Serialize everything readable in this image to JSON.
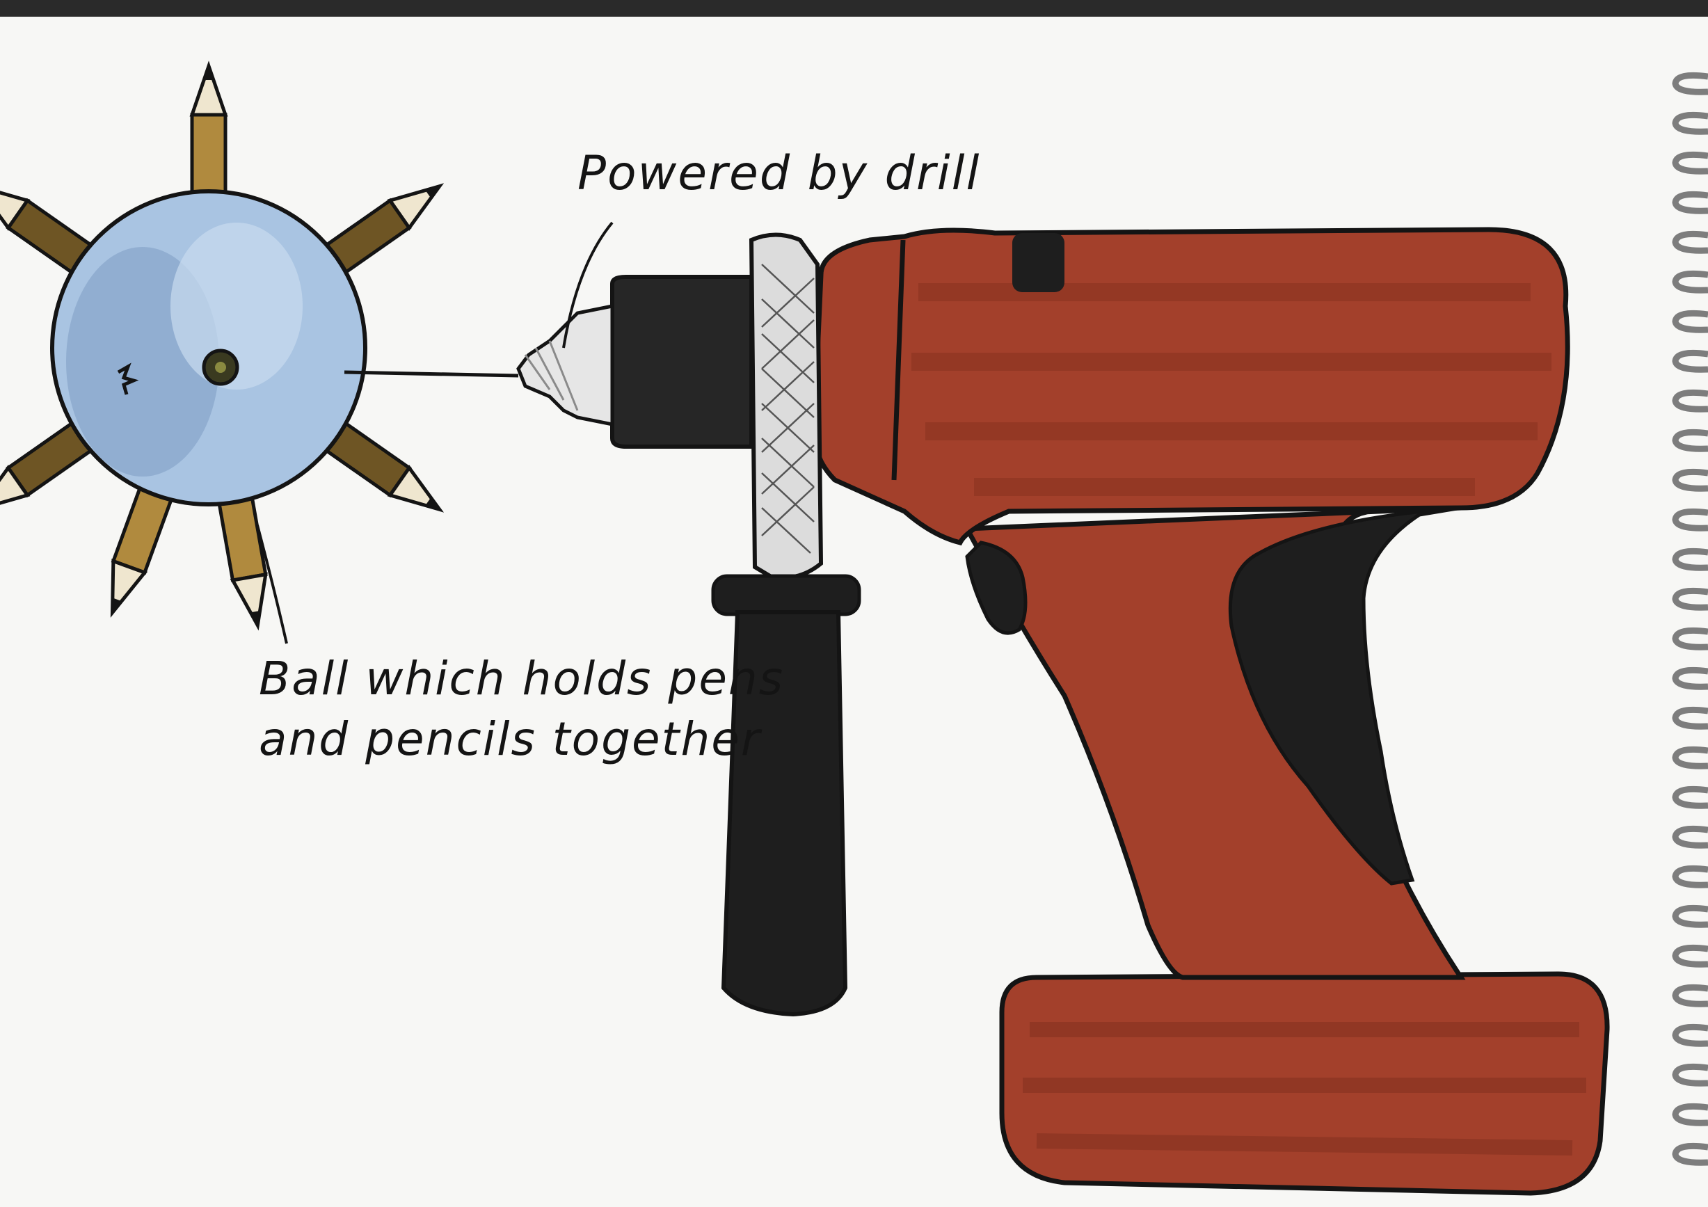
{
  "annotations": {
    "drill_note": "Powered by drill",
    "ball_note_line1": "Ball which holds pens",
    "ball_note_line2": "and pencils together"
  },
  "colors": {
    "paper": "#f7f7f5",
    "ball": "#a9c4e2",
    "pencil_wood": "#b08a3e",
    "pencil_dark": "#6e5524",
    "drill_body": "#a3402b",
    "drill_dark": "#7c2c1c",
    "grip": "#1e1e1e",
    "ink": "#141414",
    "spiral": "#7d7d7d"
  },
  "icons": {
    "sketch_subject": "drill-icon",
    "attachment": "spiked-ball-icon",
    "binding": "spiral-binding-icon"
  }
}
